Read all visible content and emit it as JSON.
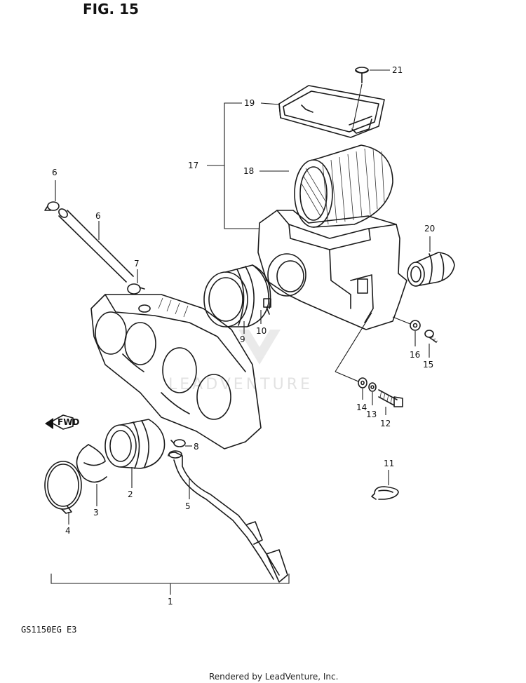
{
  "figure_title": "FIG. 15",
  "model_code": "GS1150EG E3",
  "credit": "Rendered by LeadVenture, Inc.",
  "watermark": "LEADVENTURE",
  "fwd_label": "FWD",
  "callouts": [
    "1",
    "2",
    "3",
    "4",
    "5",
    "6",
    "6",
    "7",
    "8",
    "9",
    "10",
    "11",
    "12",
    "13",
    "14",
    "15",
    "16",
    "17",
    "18",
    "19",
    "20",
    "21"
  ]
}
